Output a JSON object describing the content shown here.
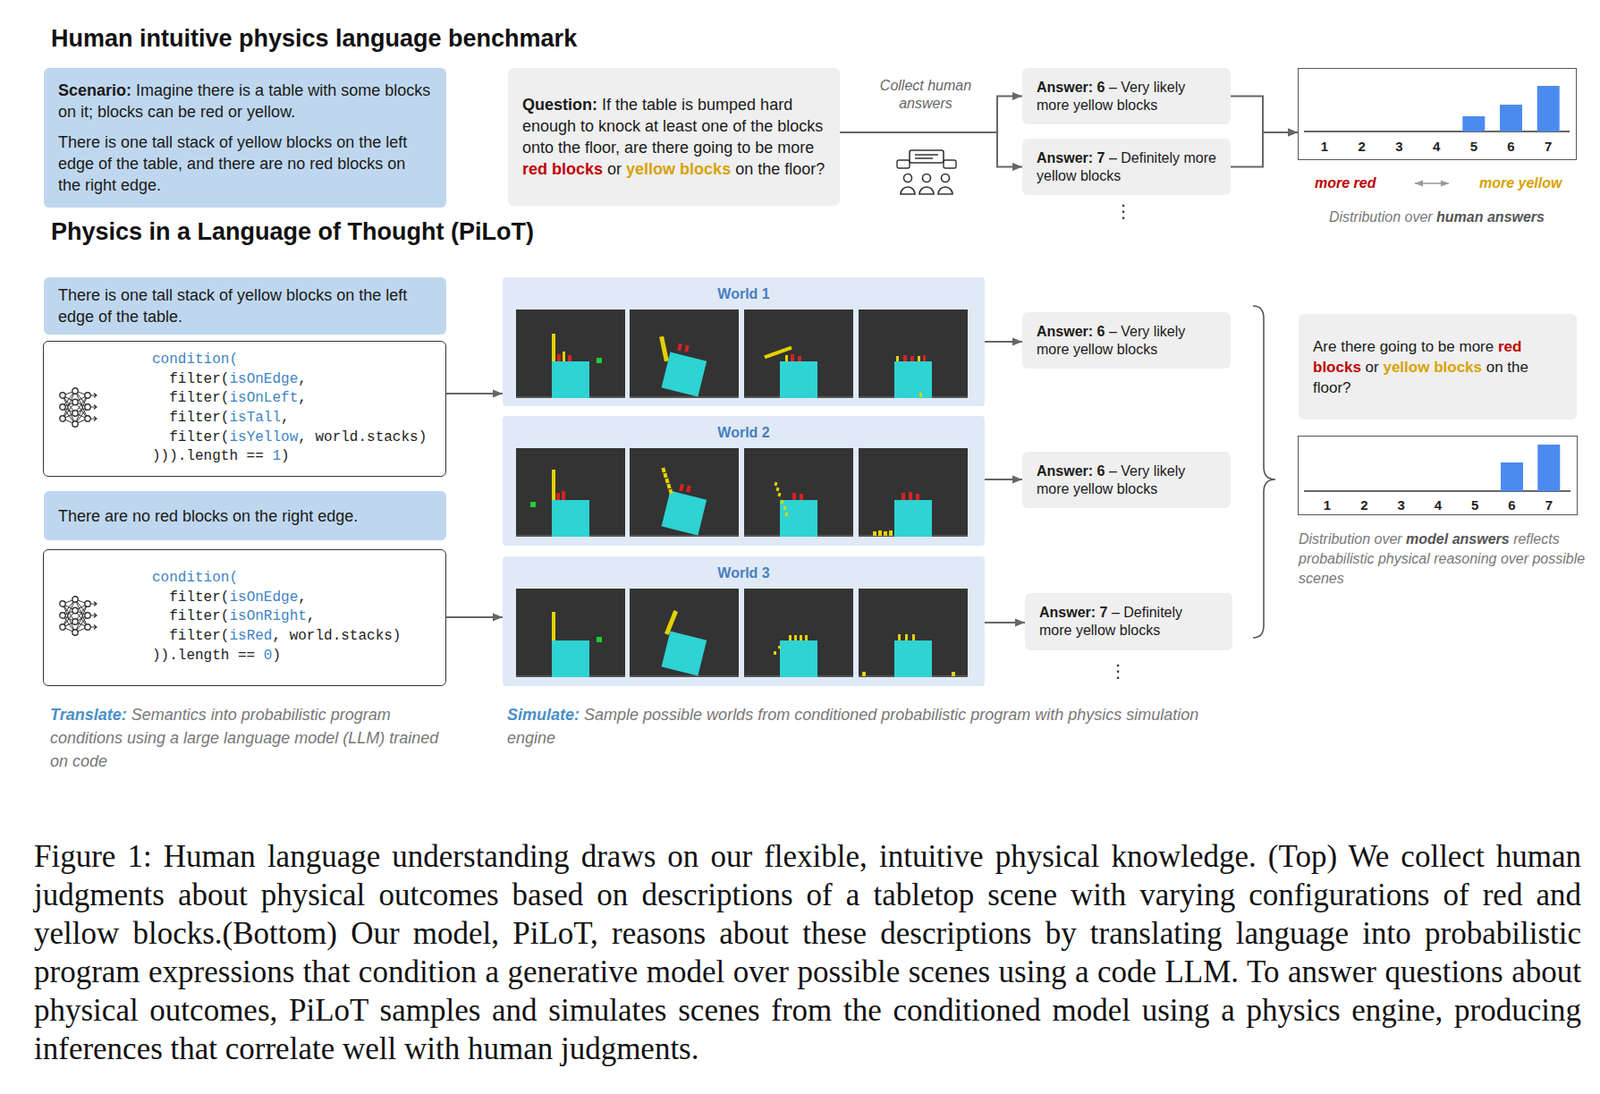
{
  "diagram": {
    "caption": "Figure 1: Human language understanding draws on our flexible, intuitive physical knowledge. (Top) We collect human judgments about physical outcomes based on descriptions of a tabletop scene with varying configurations of red and yellow blocks.(Bottom) Our model, PiLoT, reasons about these descriptions by translating language into probabilistic program expressions that condition a generative model over possible scenes using a code LLM. To answer questions about physical outcomes, PiLoT samples and simulates scenes from the conditioned model using a physics engine, producing inferences that correlate well with human judgments.",
    "nodes": [
      {
        "text": [
          "Scenario:",
          "Imagine there is a table with some blocks on it; blocks can be red or yellow.",
          "There is one tall stack of yellow blocks on the left edge of the table, and there are no red blocks on the right edge."
        ]
      },
      {
        "text": [
          "Question:",
          "If the table is bumped hard enough to knock at least one of the blocks onto the floor, are there going to be more",
          "red blocks",
          "or",
          "yellow blocks",
          "on the floor?"
        ]
      },
      {
        "text": [
          "Answer: 6",
          "– Very likely more yellow blocks"
        ]
      },
      {
        "text": [
          "Answer: 7",
          "– Definitely more yellow blocks"
        ]
      },
      {
        "text": [
          "1",
          "2",
          "3",
          "4",
          "5",
          "6",
          "7"
        ]
      },
      {
        "text": [
          "There is one tall stack of yellow blocks on the left edge of the table."
        ]
      },
      {
        "text": [
          "condition(",
          "filter(",
          "isOnEdge",
          ",",
          "filter(",
          "isOnLeft",
          ",",
          "filter(",
          "isTall",
          ",",
          "filter(",
          "isYellow",
          ", world.stacks)",
          "))).length ==",
          "1",
          ")"
        ]
      },
      {
        "text": [
          "There are no red blocks on the right edge."
        ]
      },
      {
        "text": [
          "condition(",
          "filter(",
          "isOnEdge",
          ",",
          "filter(",
          "isOnRight",
          ",",
          "filter(",
          "isRed",
          ", world.stacks)",
          ")).length ==",
          "0",
          ")"
        ]
      },
      {
        "text": [
          "World 1"
        ]
      },
      {
        "text": [
          "World 2"
        ]
      },
      {
        "text": [
          "World 3"
        ]
      },
      {
        "text": [
          "Answer: 6",
          "– Very likely more yellow blocks"
        ]
      },
      {
        "text": [
          "Answer: 6",
          "– Very likely more yellow blocks"
        ]
      },
      {
        "text": [
          "Answer: 7",
          "– Definitely more yellow blocks"
        ]
      },
      {
        "text": [
          "Are there going to be more",
          "red blocks",
          "or",
          "yellow blocks",
          "on the floor?"
        ]
      },
      {
        "text": [
          "1",
          "2",
          "3",
          "4",
          "5",
          "6",
          "7"
        ]
      }
    ],
    "edges": [
      {
        "from": 1,
        "to": 2,
        "arrow": "to",
        "label": "Collect human answers"
      },
      {
        "from": 1,
        "to": 3,
        "arrow": "to"
      },
      {
        "from": 2,
        "to": 4,
        "arrow": "to"
      },
      {
        "from": 3,
        "to": 4,
        "arrow": "to"
      },
      {
        "from": 6,
        "to": 9,
        "arrow": "to"
      },
      {
        "from": 8,
        "to": 11,
        "arrow": "to"
      },
      {
        "from": 9,
        "to": 12,
        "arrow": "to"
      },
      {
        "from": 10,
        "to": 13,
        "arrow": "to"
      },
      {
        "from": 11,
        "to": 14,
        "arrow": "to"
      }
    ],
    "labels": [
      "Human intuitive physics language benchmark",
      "Physics in a Language of Thought (PiLoT)",
      "⋮",
      "more red",
      "more yellow",
      "Distribution over",
      "human answers",
      "⋮",
      "Distribution over",
      "model answers",
      "reflects probabilistic physical reasoning over possible scenes",
      "Translate:",
      "Semantics into probabilistic program conditions using a large language model (LLM) trained on code",
      "Simulate:",
      "Sample possible worlds from conditioned probabilistic program with physics simulation engine"
    ]
  }
}
